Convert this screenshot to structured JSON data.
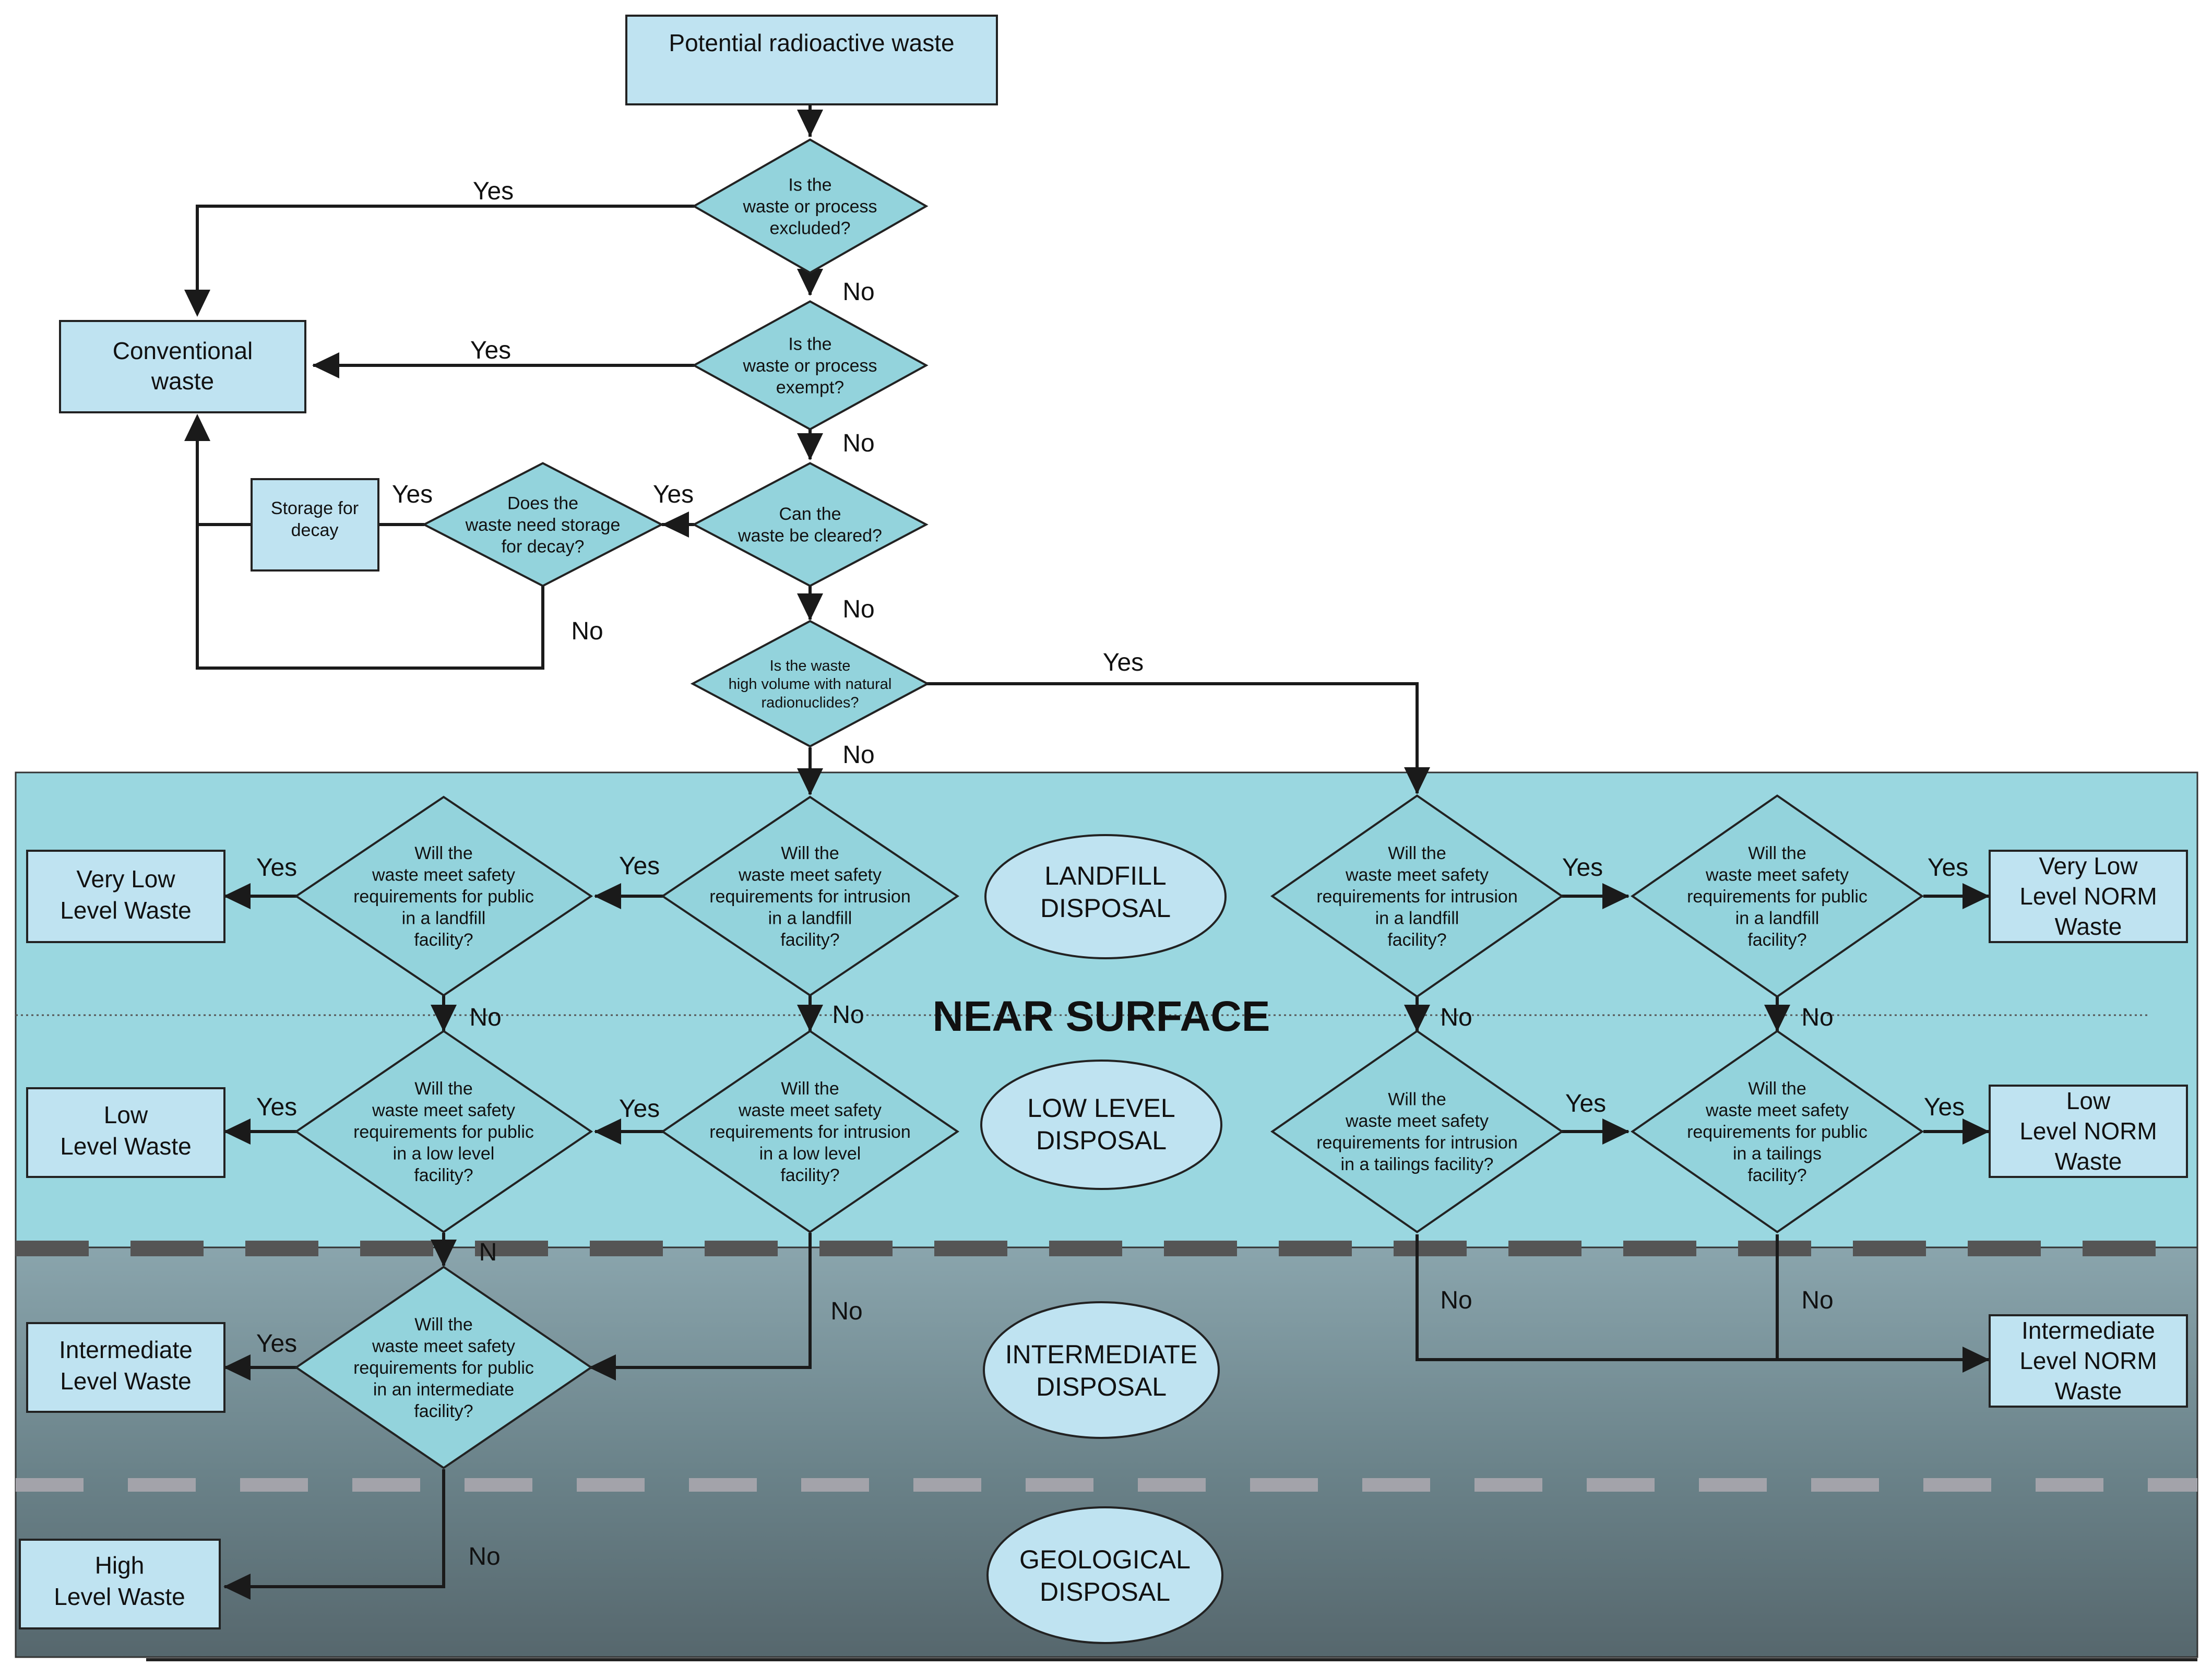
{
  "title_box": "Potential radioactive waste",
  "decisions": {
    "excluded": [
      "Is the",
      "waste or process",
      "excluded?"
    ],
    "exempt": [
      "Is the",
      "waste or process",
      "exempt?"
    ],
    "cleared": [
      "Can the",
      "waste be cleared?"
    ],
    "storage": [
      "Does the",
      "waste need storage",
      "for decay?"
    ],
    "high_volume": [
      "Is the waste",
      "high volume with natural",
      "radionuclides?"
    ],
    "intrusion_landfill": [
      "Will the",
      "waste meet safety",
      "requirements for intrusion",
      "in a landfill",
      "facility?"
    ],
    "public_landfill": [
      "Will the",
      "waste meet safety",
      "requirements for public",
      "in a landfill",
      "facility?"
    ],
    "intrusion_low": [
      "Will the",
      "waste meet safety",
      "requirements for intrusion",
      "in a low level",
      "facility?"
    ],
    "public_low": [
      "Will the",
      "waste meet safety",
      "requirements for public",
      "in a low level",
      "facility?"
    ],
    "public_intermediate": [
      "Will the",
      "waste meet safety",
      "requirements for public",
      "in an intermediate",
      "facility?"
    ],
    "norm_intrusion_landfill": [
      "Will the",
      "waste meet safety",
      "requirements for intrusion",
      "in a landfill",
      "facility?"
    ],
    "norm_public_landfill": [
      "Will the",
      "waste meet safety",
      "requirements for public",
      "in a landfill",
      "facility?"
    ],
    "norm_intrusion_tailings": [
      "Will the",
      "waste meet safety",
      "requirements for intrusion",
      "in a tailings facility?"
    ],
    "norm_public_tailings": [
      "Will the",
      "waste meet safety",
      "requirements for public",
      "in a tailings",
      "facility?"
    ]
  },
  "outcomes": {
    "conventional": [
      "Conventional",
      "waste"
    ],
    "storage_decay": [
      "Storage for",
      "decay"
    ],
    "vllw": [
      "Very Low",
      "Level Waste"
    ],
    "llw": [
      "Low",
      "Level Waste"
    ],
    "ilw": [
      "Intermediate",
      "Level Waste"
    ],
    "hlw": [
      "High",
      "Level Waste"
    ],
    "vl_norm": [
      "Very Low",
      "Level NORM",
      "Waste"
    ],
    "l_norm": [
      "Low",
      "Level NORM",
      "Waste"
    ],
    "i_norm": [
      "Intermediate",
      "Level NORM",
      "Waste"
    ]
  },
  "zones": {
    "landfill": [
      "LANDFILL",
      "DISPOSAL"
    ],
    "low_level": [
      "LOW LEVEL",
      "DISPOSAL"
    ],
    "intermediate": [
      "INTERMEDIATE",
      "DISPOSAL"
    ],
    "geological": [
      "GEOLOGICAL",
      "DISPOSAL"
    ],
    "near_surface": "NEAR SURFACE"
  },
  "answers": {
    "yes": "Yes",
    "no": "No",
    "no_short": "N"
  },
  "colors": {
    "box_fill": "#bfe3f1",
    "diamond_fill": "#93d3dc",
    "near_surface_band": "#9ad7e0",
    "deep_band_top": "#7f9aa2",
    "deep_band_bottom": "#57696f",
    "line": "#1a1a1a"
  }
}
